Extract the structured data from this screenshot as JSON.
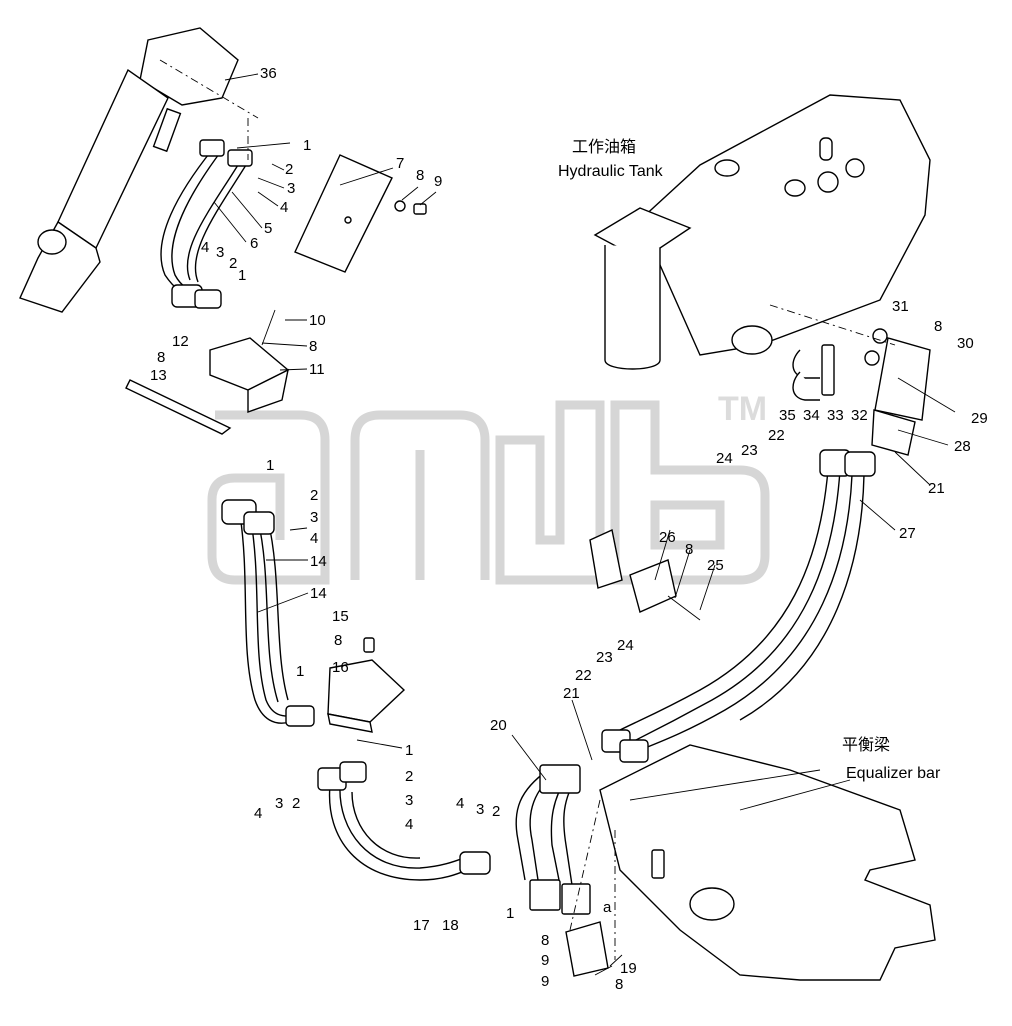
{
  "labels": {
    "hydraulic_tank_cn": "工作油箱",
    "hydraulic_tank_en": "Hydraulic Tank",
    "equalizer_cn": "平衡梁",
    "equalizer_en": "Equalizer bar",
    "trademark": "TM",
    "detail_ref": "a"
  },
  "callouts": [
    {
      "id": "c36",
      "text": "36"
    },
    {
      "id": "c1a",
      "text": "1"
    },
    {
      "id": "c2a",
      "text": "2"
    },
    {
      "id": "c3a",
      "text": "3"
    },
    {
      "id": "c4a",
      "text": "4"
    },
    {
      "id": "c5",
      "text": "5"
    },
    {
      "id": "c6",
      "text": "6"
    },
    {
      "id": "c7",
      "text": "7"
    },
    {
      "id": "c8a",
      "text": "8"
    },
    {
      "id": "c9a",
      "text": "9"
    },
    {
      "id": "c4b",
      "text": "4"
    },
    {
      "id": "c3b",
      "text": "3"
    },
    {
      "id": "c2b",
      "text": "2"
    },
    {
      "id": "c1b",
      "text": "1"
    },
    {
      "id": "c10",
      "text": "10"
    },
    {
      "id": "c12",
      "text": "12"
    },
    {
      "id": "c8b",
      "text": "8"
    },
    {
      "id": "c11",
      "text": "11"
    },
    {
      "id": "c8c",
      "text": "8"
    },
    {
      "id": "c13",
      "text": "13"
    },
    {
      "id": "c1c",
      "text": "1"
    },
    {
      "id": "c2c",
      "text": "2"
    },
    {
      "id": "c3c",
      "text": "3"
    },
    {
      "id": "c4c",
      "text": "4"
    },
    {
      "id": "c14a",
      "text": "14"
    },
    {
      "id": "c14b",
      "text": "14"
    },
    {
      "id": "c15",
      "text": "15"
    },
    {
      "id": "c8d",
      "text": "8"
    },
    {
      "id": "c16",
      "text": "16"
    },
    {
      "id": "c1d",
      "text": "1"
    },
    {
      "id": "c1e",
      "text": "1"
    },
    {
      "id": "c2d",
      "text": "2"
    },
    {
      "id": "c3d",
      "text": "3"
    },
    {
      "id": "c4d",
      "text": "4"
    },
    {
      "id": "c4e",
      "text": "4"
    },
    {
      "id": "c3e",
      "text": "3"
    },
    {
      "id": "c2e",
      "text": "2"
    },
    {
      "id": "c4f",
      "text": "4"
    },
    {
      "id": "c3f",
      "text": "3"
    },
    {
      "id": "c2f",
      "text": "2"
    },
    {
      "id": "c17",
      "text": "17"
    },
    {
      "id": "c18",
      "text": "18"
    },
    {
      "id": "c1f",
      "text": "1"
    },
    {
      "id": "c20",
      "text": "20"
    },
    {
      "id": "c21a",
      "text": "21"
    },
    {
      "id": "c22a",
      "text": "22"
    },
    {
      "id": "c23a",
      "text": "23"
    },
    {
      "id": "c24a",
      "text": "24"
    },
    {
      "id": "c8e",
      "text": "8"
    },
    {
      "id": "c9b",
      "text": "9"
    },
    {
      "id": "c9c",
      "text": "9"
    },
    {
      "id": "c8f",
      "text": "8"
    },
    {
      "id": "c19",
      "text": "19"
    },
    {
      "id": "c26",
      "text": "26"
    },
    {
      "id": "c8g",
      "text": "8"
    },
    {
      "id": "c25",
      "text": "25"
    },
    {
      "id": "c27",
      "text": "27"
    },
    {
      "id": "c21b",
      "text": "21"
    },
    {
      "id": "c22b",
      "text": "22"
    },
    {
      "id": "c23b",
      "text": "23"
    },
    {
      "id": "c24b",
      "text": "24"
    },
    {
      "id": "c28",
      "text": "28"
    },
    {
      "id": "c29",
      "text": "29"
    },
    {
      "id": "c31",
      "text": "31"
    },
    {
      "id": "c8h",
      "text": "8"
    },
    {
      "id": "c30",
      "text": "30"
    },
    {
      "id": "c32",
      "text": "32"
    },
    {
      "id": "c33",
      "text": "33"
    },
    {
      "id": "c34",
      "text": "34"
    },
    {
      "id": "c35",
      "text": "35"
    }
  ]
}
